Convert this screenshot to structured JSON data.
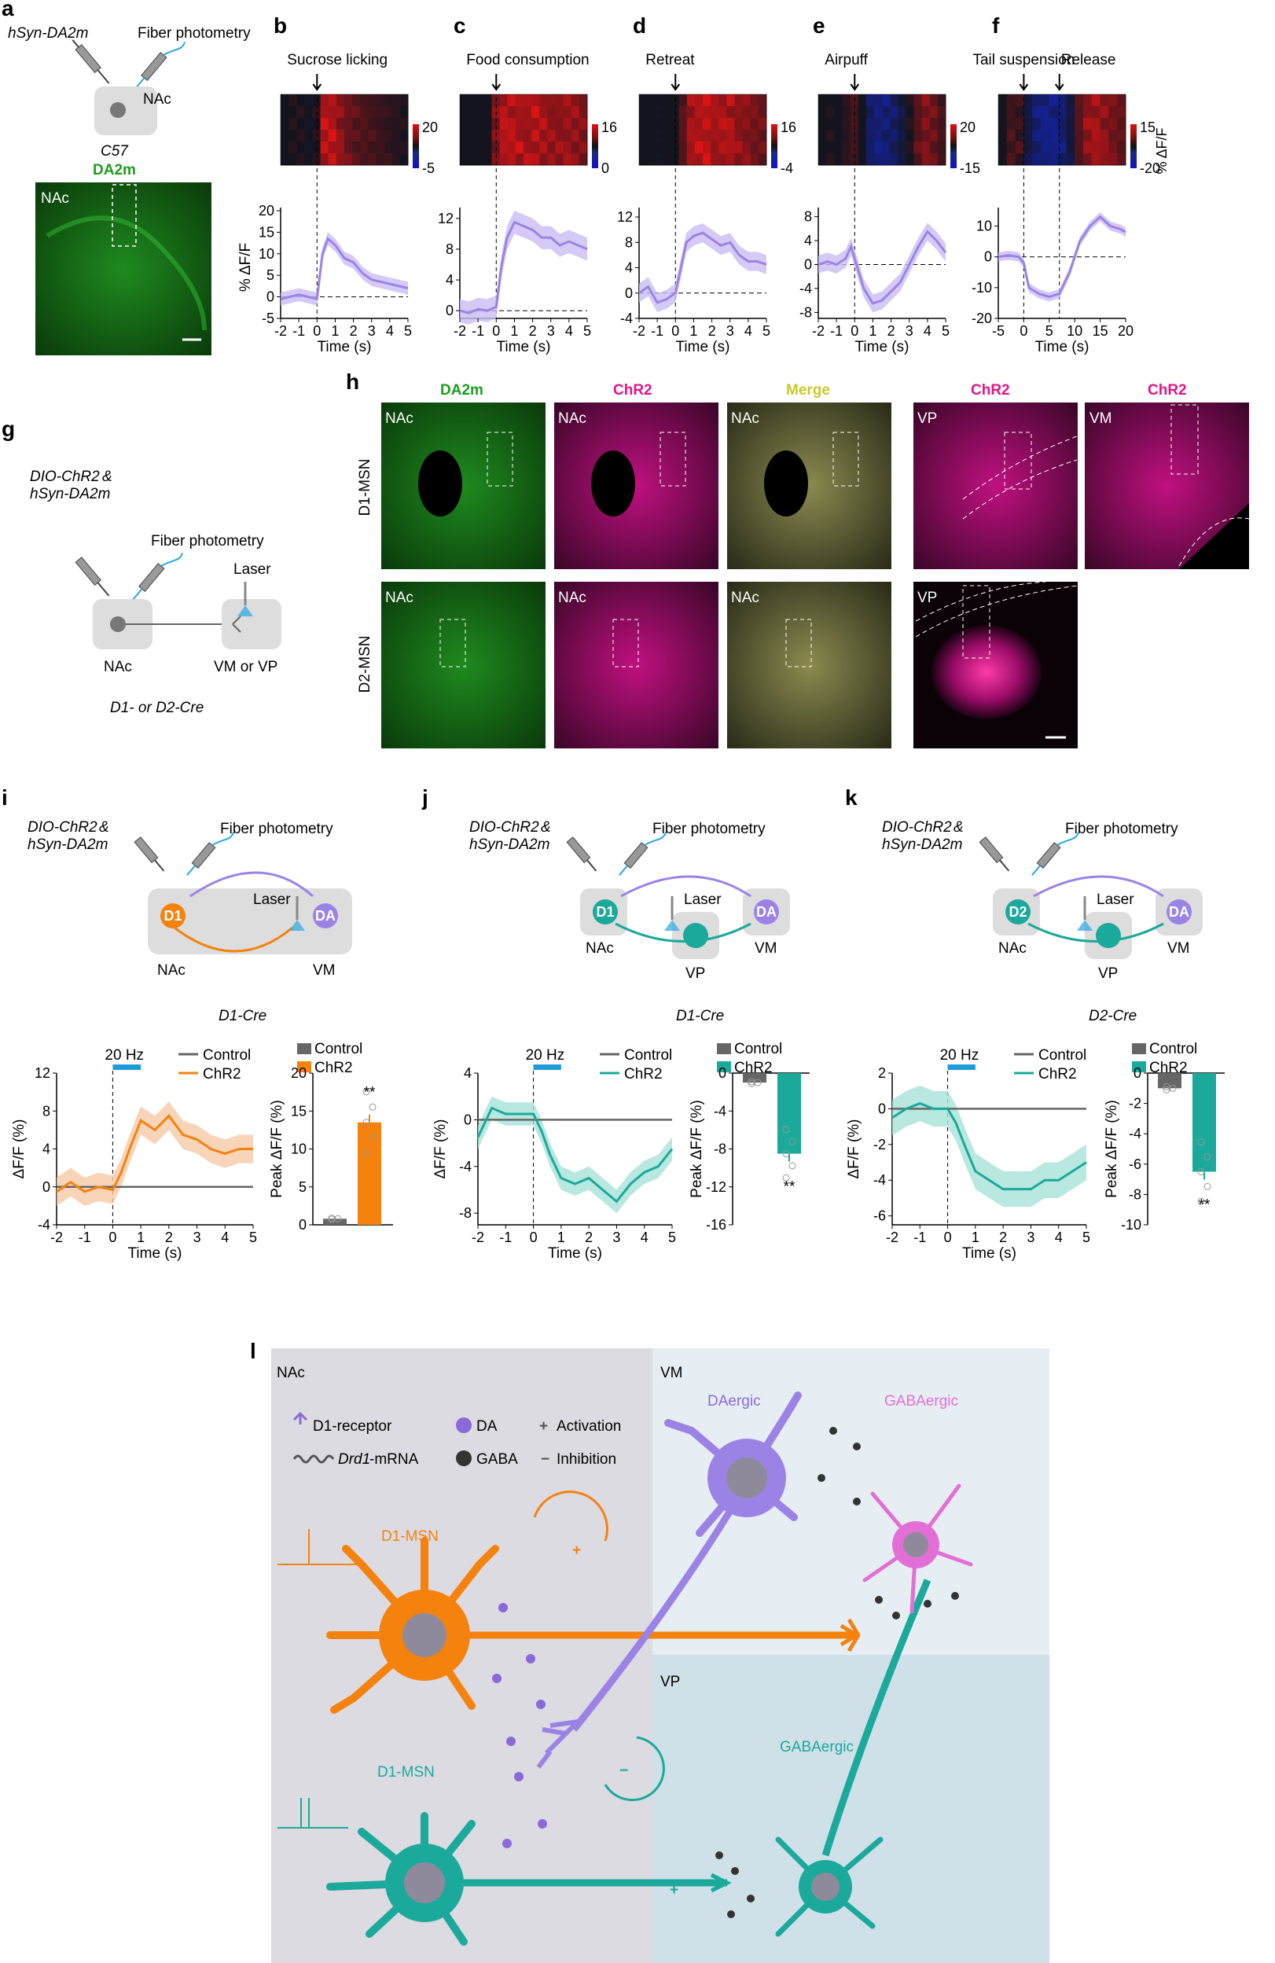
{
  "panels": {
    "a": "a",
    "b": "b",
    "c": "c",
    "d": "d",
    "e": "e",
    "f": "f",
    "g": "g",
    "h": "h",
    "i": "i",
    "j": "j",
    "k": "k",
    "l": "l"
  },
  "colors": {
    "trace": "#9b83e6",
    "trace_fill": "#cbbdf3",
    "green": "#2ea12e",
    "magenta": "#e0148c",
    "orange": "#f5820d",
    "teal": "#1aa99a",
    "grey": "#666666",
    "blue_bar": "#1f9bd8",
    "nac_bg": "#dcdbe2",
    "vm_bg": "#e7eef3",
    "vp_bg": "#cfe0e8",
    "cb_text_green": "#1c9e1c",
    "merge_text": "#c9c92a"
  },
  "panel_a": {
    "virus": "hSyn-DA2m",
    "method": "Fiber photometry",
    "region": "NAc",
    "strain": "C57",
    "sensor": "DA2m",
    "tissue_label": "NAc"
  },
  "heat_panels": [
    {
      "event": "Sucrose licking",
      "event2": "",
      "cb_max": "20",
      "cb_min": "-5",
      "yticks": [
        "20",
        "15",
        "10",
        "5",
        "0",
        "-5"
      ],
      "xticks": [
        "-2",
        "-1",
        "0",
        "1",
        "2",
        "3",
        "4",
        "5"
      ]
    },
    {
      "event": "Food consumption",
      "event2": "",
      "cb_max": "16",
      "cb_min": "0",
      "yticks": [
        "12",
        "8",
        "4",
        "0"
      ],
      "xticks": [
        "-2",
        "-1",
        "0",
        "1",
        "2",
        "3",
        "4",
        "5"
      ]
    },
    {
      "event": "Retreat",
      "event2": "",
      "cb_max": "16",
      "cb_min": "-4",
      "yticks": [
        "12",
        "8",
        "4",
        "0",
        "-4"
      ],
      "xticks": [
        "-2",
        "-1",
        "0",
        "1",
        "2",
        "3",
        "4",
        "5"
      ]
    },
    {
      "event": "Airpuff",
      "event2": "",
      "cb_max": "20",
      "cb_min": "-15",
      "yticks": [
        "8",
        "4",
        "0",
        "-4",
        "-8"
      ],
      "xticks": [
        "-2",
        "-1",
        "0",
        "1",
        "2",
        "3",
        "4",
        "5"
      ]
    },
    {
      "event": "Tail suspension",
      "event2": "Release",
      "cb_max": "15",
      "cb_min": "-20",
      "yticks": [
        "10",
        "0",
        "-10",
        "-20"
      ],
      "xticks": [
        "-5",
        "0",
        "5",
        "10",
        "15",
        "20"
      ]
    }
  ],
  "common": {
    "ylabel_pct": "% ΔF/F",
    "xlabel": "Time (s)",
    "cb_label": "% ΔF/F"
  },
  "chart_data": [
    {
      "type": "line",
      "panel": "b",
      "title": "Sucrose licking",
      "xlabel": "Time (s)",
      "ylabel": "% ΔF/F",
      "xlim": [
        -2,
        5
      ],
      "ylim": [
        -5,
        20
      ],
      "x": [
        -2,
        -1.5,
        -1,
        -0.5,
        0,
        0.3,
        0.6,
        1,
        1.5,
        2,
        2.5,
        3,
        3.5,
        4,
        4.5,
        5
      ],
      "series": [
        {
          "values": [
            -0.5,
            0,
            0.5,
            0,
            -0.5,
            10,
            13.5,
            12,
            9,
            8,
            5.5,
            4,
            3.5,
            3,
            2.5,
            2
          ]
        }
      ]
    },
    {
      "type": "line",
      "panel": "c",
      "title": "Food consumption",
      "xlabel": "Time (s)",
      "ylabel": "% ΔF/F",
      "xlim": [
        -2,
        5
      ],
      "ylim": [
        -1,
        13
      ],
      "x": [
        -2,
        -1.5,
        -1,
        -0.5,
        0,
        0.3,
        0.6,
        1,
        1.5,
        2,
        2.5,
        3,
        3.5,
        4,
        4.5,
        5
      ],
      "series": [
        {
          "values": [
            0,
            -0.3,
            0.2,
            0,
            0.5,
            6,
            9.5,
            11.5,
            11,
            10.5,
            9.5,
            9.5,
            8.5,
            9,
            8.5,
            8
          ]
        }
      ]
    },
    {
      "type": "line",
      "panel": "d",
      "title": "Retreat",
      "xlabel": "Time (s)",
      "ylabel": "% ΔF/F",
      "xlim": [
        -2,
        5
      ],
      "ylim": [
        -4,
        13
      ],
      "x": [
        -2,
        -1.5,
        -1,
        -0.5,
        0,
        0.3,
        0.6,
        1,
        1.5,
        2,
        2.5,
        3,
        3.5,
        4,
        4.5,
        5
      ],
      "series": [
        {
          "values": [
            0,
            1,
            -1.5,
            -1,
            0,
            4,
            8,
            9,
            9.5,
            8.5,
            7.5,
            8,
            6,
            5,
            5,
            4.5
          ]
        }
      ]
    },
    {
      "type": "line",
      "panel": "e",
      "title": "Airpuff",
      "xlabel": "Time (s)",
      "ylabel": "% ΔF/F",
      "xlim": [
        -2,
        5
      ],
      "ylim": [
        -9,
        9
      ],
      "x": [
        -2,
        -1.5,
        -1,
        -0.5,
        -0.2,
        0,
        0.5,
        1,
        1.5,
        2,
        2.5,
        3,
        3.5,
        4,
        4.5,
        5
      ],
      "series": [
        {
          "values": [
            0,
            0.5,
            0,
            1,
            3,
            1,
            -4,
            -6.5,
            -6,
            -4.5,
            -3,
            0,
            3,
            5.5,
            4,
            2
          ]
        }
      ]
    },
    {
      "type": "line",
      "panel": "f",
      "title": "Tail suspension / Release",
      "xlabel": "Time (s)",
      "ylabel": "% ΔF/F",
      "xlim": [
        -5,
        20
      ],
      "ylim": [
        -20,
        15
      ],
      "x": [
        -5,
        -3,
        -1,
        0,
        1,
        3,
        5,
        7,
        9,
        11,
        13,
        15,
        17,
        19,
        20
      ],
      "series": [
        {
          "values": [
            0,
            0.5,
            0,
            -2,
            -10,
            -12,
            -13,
            -12,
            -5,
            5,
            10,
            13,
            10,
            9,
            8
          ]
        }
      ]
    },
    {
      "type": "line",
      "panel": "i",
      "xlabel": "Time (s)",
      "ylabel": "ΔF/F (%)",
      "xlim": [
        -2,
        5
      ],
      "ylim": [
        -4,
        12
      ],
      "x": [
        -2,
        -1.5,
        -1,
        -0.5,
        0,
        0.3,
        0.6,
        1,
        1.5,
        2,
        2.5,
        3,
        3.5,
        4,
        4.5,
        5
      ],
      "series": [
        {
          "name": "Control",
          "values": [
            0,
            0,
            0,
            0,
            0,
            0,
            0,
            0,
            0,
            0,
            0,
            0,
            0,
            0,
            0,
            0
          ]
        },
        {
          "name": "ChR2",
          "values": [
            -0.5,
            0.5,
            -0.5,
            0,
            -0.3,
            1.5,
            4,
            7,
            6,
            7.5,
            5.5,
            5,
            4,
            3.5,
            4,
            4
          ]
        }
      ]
    },
    {
      "type": "bar",
      "panel": "i",
      "ylabel": "Peak ΔF/F (%)",
      "categories": [
        "Control",
        "ChR2"
      ],
      "values": [
        0.8,
        13.5
      ],
      "ylim": [
        0,
        20
      ],
      "annotation": "**"
    },
    {
      "type": "line",
      "panel": "j",
      "xlabel": "Time (s)",
      "ylabel": "ΔF/F (%)",
      "xlim": [
        -2,
        5
      ],
      "ylim": [
        -9,
        4
      ],
      "x": [
        -2,
        -1.5,
        -1,
        -0.5,
        0,
        0.3,
        0.6,
        1,
        1.5,
        2,
        2.5,
        3,
        3.5,
        4,
        4.5,
        5
      ],
      "series": [
        {
          "name": "Control",
          "values": [
            0,
            0,
            0,
            0,
            0,
            0,
            0,
            0,
            0,
            0,
            0,
            0,
            0,
            0,
            0,
            0
          ]
        },
        {
          "name": "ChR2",
          "values": [
            -1.5,
            1,
            0.5,
            0.5,
            0.5,
            -1,
            -3,
            -5,
            -5.5,
            -5,
            -6,
            -7,
            -5.5,
            -4.5,
            -4,
            -2.5
          ]
        }
      ]
    },
    {
      "type": "bar",
      "panel": "j",
      "ylabel": "Peak ΔF/F (%)",
      "categories": [
        "Control",
        "ChR2"
      ],
      "values": [
        -1,
        -8.5
      ],
      "ylim": [
        -16,
        0
      ],
      "annotation": "**"
    },
    {
      "type": "line",
      "panel": "k",
      "xlabel": "Time (s)",
      "ylabel": "ΔF/F (%)",
      "xlim": [
        -2,
        5
      ],
      "ylim": [
        -6.5,
        2
      ],
      "x": [
        -2,
        -1.5,
        -1,
        -0.5,
        0,
        0.3,
        0.6,
        1,
        1.5,
        2,
        2.5,
        3,
        3.5,
        4,
        4.5,
        5
      ],
      "series": [
        {
          "name": "Control",
          "values": [
            0,
            0,
            0,
            0,
            0,
            0,
            0,
            0,
            0,
            0,
            0,
            0,
            0,
            0,
            0,
            0
          ]
        },
        {
          "name": "ChR2",
          "values": [
            -0.5,
            0,
            0.3,
            0,
            0,
            -0.8,
            -2,
            -3.5,
            -4,
            -4.5,
            -4.5,
            -4.5,
            -4,
            -4,
            -3.5,
            -3
          ]
        }
      ]
    },
    {
      "type": "bar",
      "panel": "k",
      "ylabel": "Peak ΔF/F (%)",
      "categories": [
        "Control",
        "ChR2"
      ],
      "values": [
        -1,
        -6.5
      ],
      "ylim": [
        -10,
        0
      ],
      "annotation": "**"
    }
  ],
  "panel_g": {
    "virus1": "DIO-ChR2",
    "amp": "&",
    "virus2": "hSyn-DA2m",
    "method": "Fiber photometry",
    "laser": "Laser",
    "nac": "NAc",
    "target": "VM or VP",
    "cre": "D1- or D2-Cre"
  },
  "panel_h": {
    "cols": [
      "DA2m",
      "ChR2",
      "Merge"
    ],
    "chr2": "ChR2",
    "row1": "D1-MSN",
    "row2": "D2-MSN",
    "nac": "NAc",
    "vp": "VP",
    "vm": "VM"
  },
  "schem_i": {
    "virus1": "DIO-ChR2",
    "amp": "&",
    "virus2": "hSyn-DA2m",
    "method": "Fiber photometry",
    "laser": "Laser",
    "d": "D1",
    "da": "DA",
    "nac": "NAc",
    "vm": "VM",
    "cre": "D1-Cre"
  },
  "schem_j": {
    "virus1": "DIO-ChR2",
    "amp": "&",
    "virus2": "hSyn-DA2m",
    "method": "Fiber photometry",
    "laser": "Laser",
    "d": "D1",
    "da": "DA",
    "nac": "NAc",
    "vp": "VP",
    "vm": "VM",
    "cre": "D1-Cre"
  },
  "schem_k": {
    "virus1": "DIO-ChR2",
    "amp": "&",
    "virus2": "hSyn-DA2m",
    "method": "Fiber photometry",
    "laser": "Laser",
    "d": "D2",
    "da": "DA",
    "nac": "NAc",
    "vp": "VP",
    "vm": "VM",
    "cre": "D2-Cre"
  },
  "opto": {
    "hz": "20 Hz",
    "control": "Control",
    "chr2": "ChR2",
    "ylabel": "ΔF/F (%)",
    "peak_ylabel": "Peak ΔF/F (%)",
    "stars": "**"
  },
  "ticks_i": {
    "y": [
      "12",
      "8",
      "4",
      "0",
      "-4"
    ],
    "x": [
      "-2",
      "-1",
      "0",
      "1",
      "2",
      "3",
      "4",
      "5"
    ],
    "by": [
      "20",
      "15",
      "10",
      "5",
      "0"
    ]
  },
  "ticks_j": {
    "y": [
      "4",
      "0",
      "-4",
      "-8"
    ],
    "x": [
      "-2",
      "-1",
      "0",
      "1",
      "2",
      "3",
      "4",
      "5"
    ],
    "by": [
      "0",
      "-4",
      "-8",
      "-12",
      "-16"
    ]
  },
  "ticks_k": {
    "y": [
      "2",
      "0",
      "-2",
      "-4",
      "-6"
    ],
    "x": [
      "-2",
      "-1",
      "0",
      "1",
      "2",
      "3",
      "4",
      "5"
    ],
    "by": [
      "0",
      "-2",
      "-4",
      "-6",
      "-8",
      "-10"
    ]
  },
  "panel_l": {
    "nac": "NAc",
    "vm": "VM",
    "vp": "VP",
    "d1r": "D1-receptor",
    "da": "DA",
    "activation": "Activation",
    "drd1": "Drd1",
    "mrna": "-mRNA",
    "gaba": "GABA",
    "inhibition": "Inhibition",
    "d1msn": "D1-MSN",
    "daergic": "DAergic",
    "gabaergic": "GABAergic",
    "plus": "+",
    "minus": "−"
  }
}
